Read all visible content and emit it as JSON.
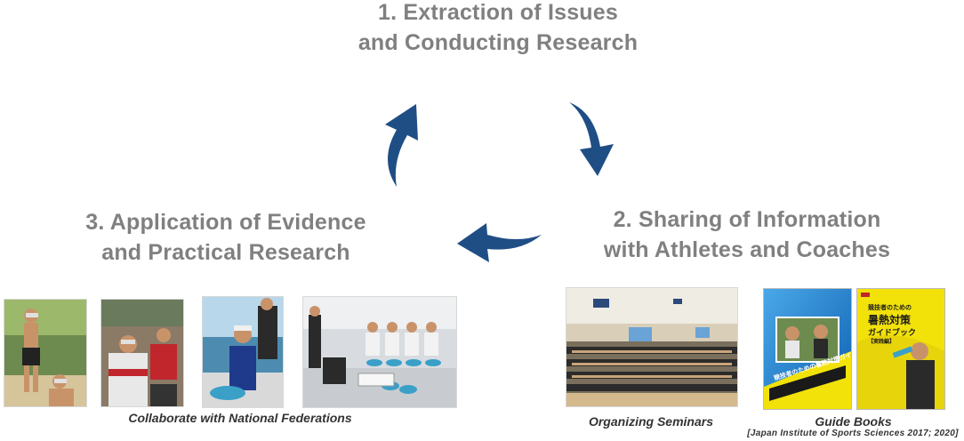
{
  "steps": {
    "step1": {
      "line1": "1.   Extraction of Issues",
      "line2": "and Conducting Research"
    },
    "step2": {
      "line1": "2. Sharing of Information",
      "line2": "with Athletes and Coaches"
    },
    "step3": {
      "line1": "3. Application of Evidence",
      "line2": "and Practical Research"
    }
  },
  "captions": {
    "federations": "Collaborate with National Federations",
    "seminars": "Organizing Seminars",
    "guidebooks": "Guide Books",
    "source": "[Japan Institute of Sports Sciences 2017; 2020]"
  },
  "books": {
    "left_cover_text": "競技者のための暑熱対策ガイドブック",
    "right_cover_line1": "競技者のための",
    "right_cover_line2": "暑熱対策",
    "right_cover_line3": "ガイドブック",
    "right_cover_sub": "【実践編】"
  },
  "colors": {
    "title_gray": "#808080",
    "arrow_blue": "#1f4e85",
    "caption_dark": "#333333",
    "book_blue": "#1e88d8",
    "book_yellow": "#f2e20a"
  }
}
